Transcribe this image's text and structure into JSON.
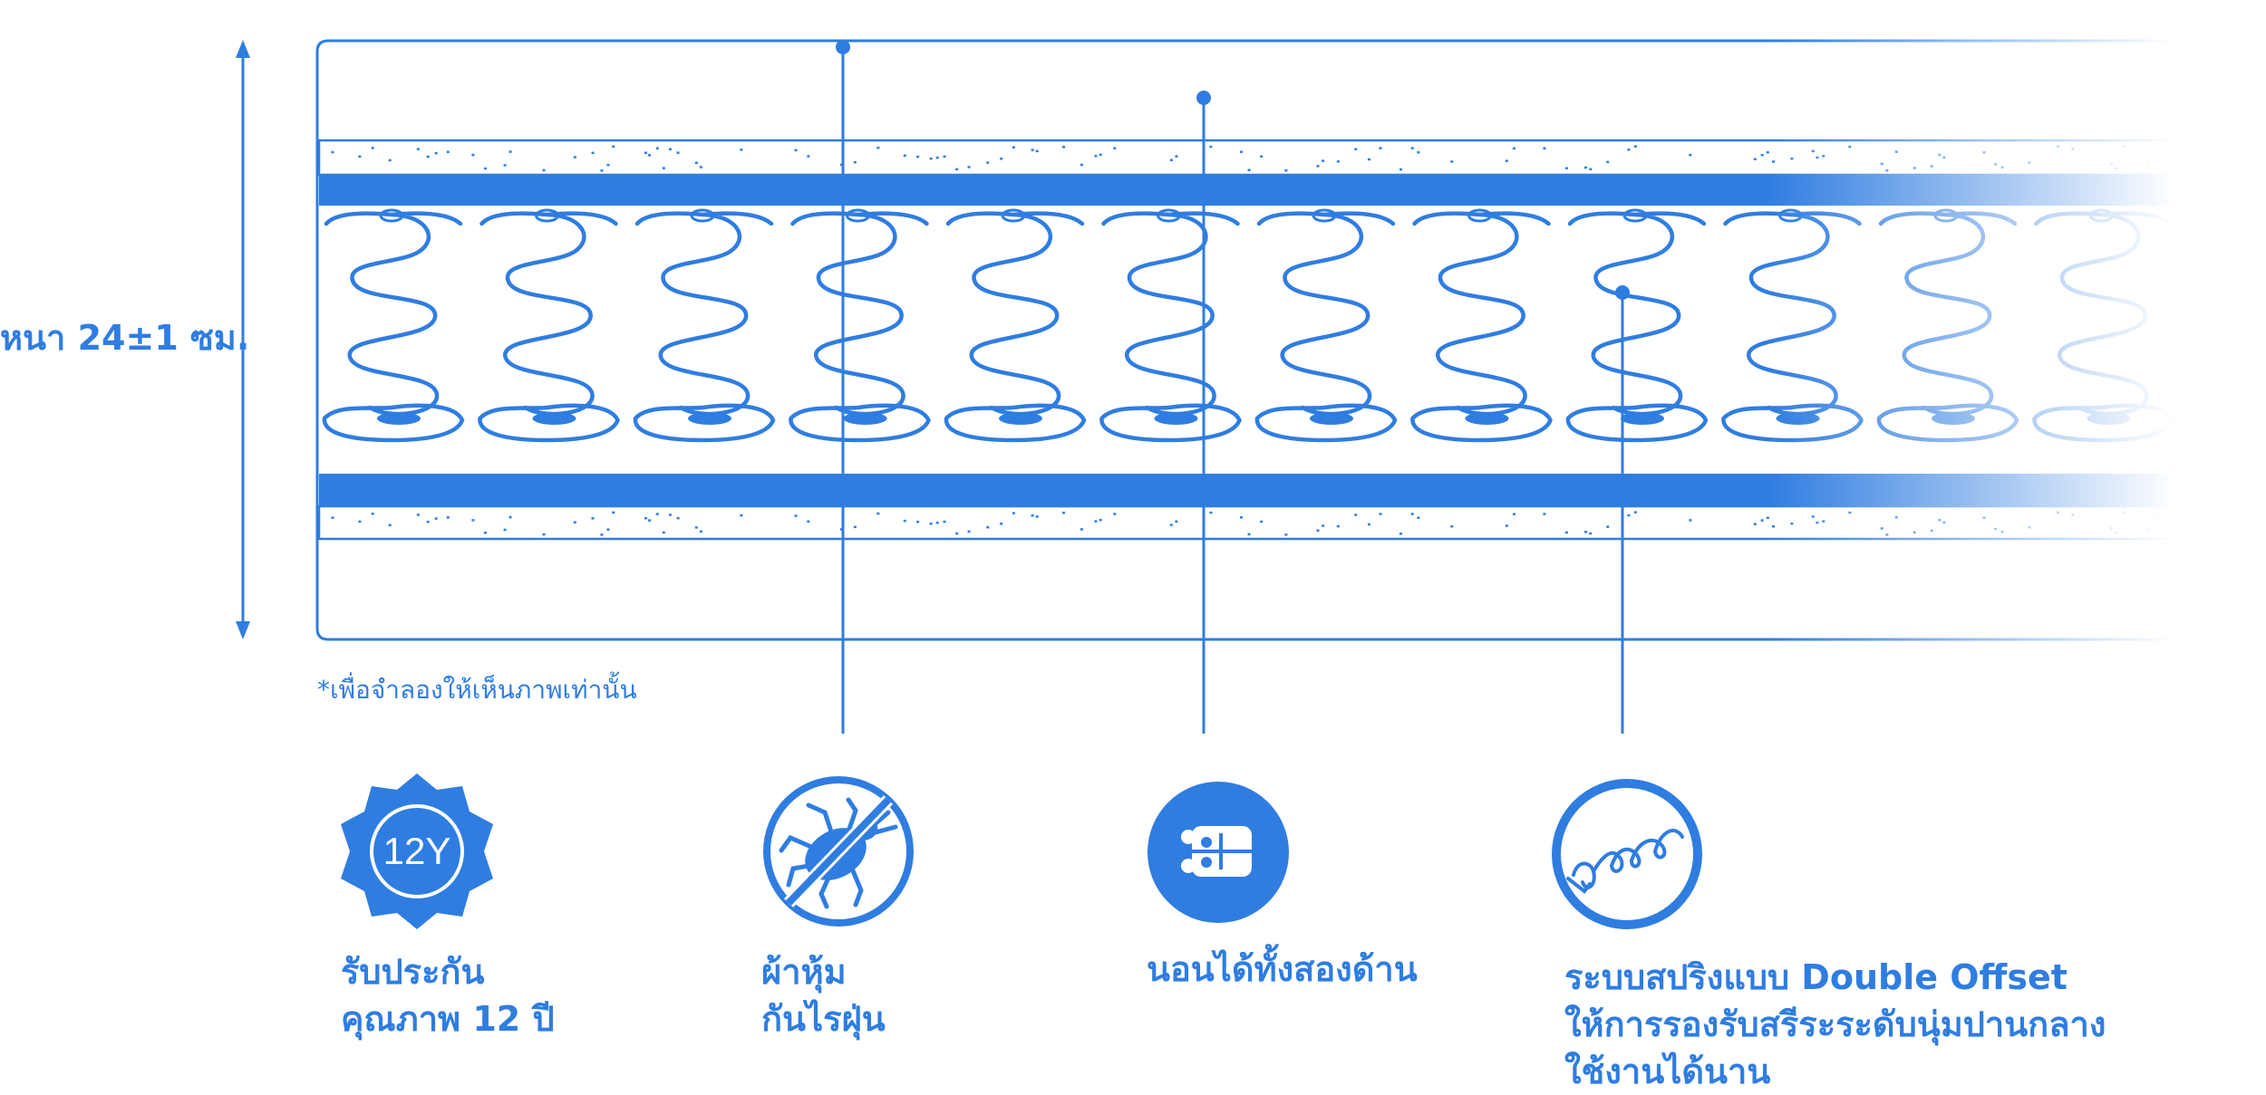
{
  "thickness_label": "หนา 24±1 ซม.",
  "note": "*เพื่อจำลองให้เห็นภาพเท่านั้น",
  "colors": {
    "accent": "#2f7de1",
    "background": "#ffffff"
  },
  "features": [
    {
      "icon": "warranty-badge-icon",
      "badge_text": "12Y",
      "lines": [
        "รับประกัน",
        "คุณภาพ 12 ปี"
      ]
    },
    {
      "icon": "no-dust-mite-icon",
      "lines": [
        "ผ้าหุ้ม",
        "กันไรฝุ่น"
      ]
    },
    {
      "icon": "two-sided-mattress-icon",
      "lines": [
        "นอนได้ทั้งสองด้าน"
      ]
    },
    {
      "icon": "spring-coil-icon",
      "lines": [
        "ระบบสปริงแบบ Double Offset",
        "ให้การรองรับสรีระระดับนุ่มปานกลาง",
        "ใช้งานได้นาน"
      ]
    }
  ]
}
